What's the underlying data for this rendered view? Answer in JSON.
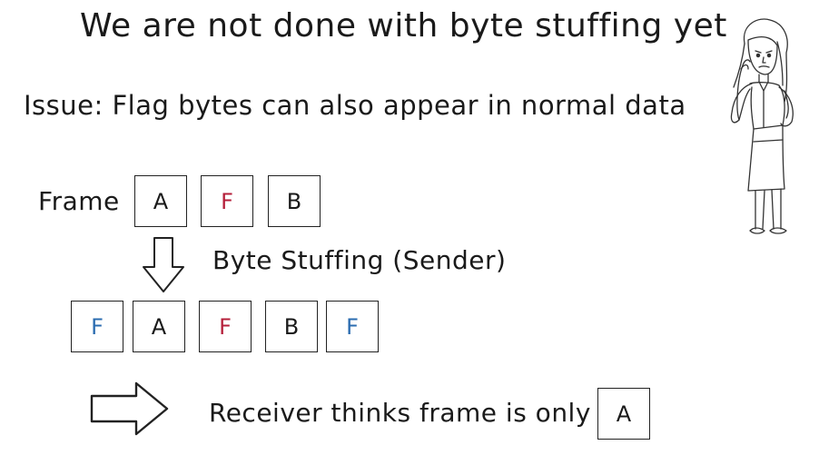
{
  "title": "We are not done with byte stuffing yet",
  "issue": "Issue: Flag bytes can also appear in normal data",
  "frame": {
    "label": "Frame",
    "bytes": [
      {
        "text": "A",
        "color": "#1a1a1a"
      },
      {
        "text": "F",
        "color": "#b51f3a"
      },
      {
        "text": "B",
        "color": "#1a1a1a"
      }
    ]
  },
  "stuffing": {
    "label": "Byte Stuffing (Sender)"
  },
  "stuffed_frame": {
    "bytes": [
      {
        "text": "F",
        "color": "#2b6cb0"
      },
      {
        "text": "A",
        "color": "#1a1a1a"
      },
      {
        "text": "F",
        "color": "#b51f3a"
      },
      {
        "text": "B",
        "color": "#1a1a1a"
      },
      {
        "text": "F",
        "color": "#2b6cb0"
      }
    ]
  },
  "receiver": {
    "text": "Receiver thinks frame is only",
    "result_byte": {
      "text": "A",
      "color": "#1a1a1a"
    }
  },
  "icons": {
    "down_arrow": "down-arrow-icon",
    "right_arrow": "right-arrow-icon",
    "character": "thinking-woman-illustration"
  }
}
